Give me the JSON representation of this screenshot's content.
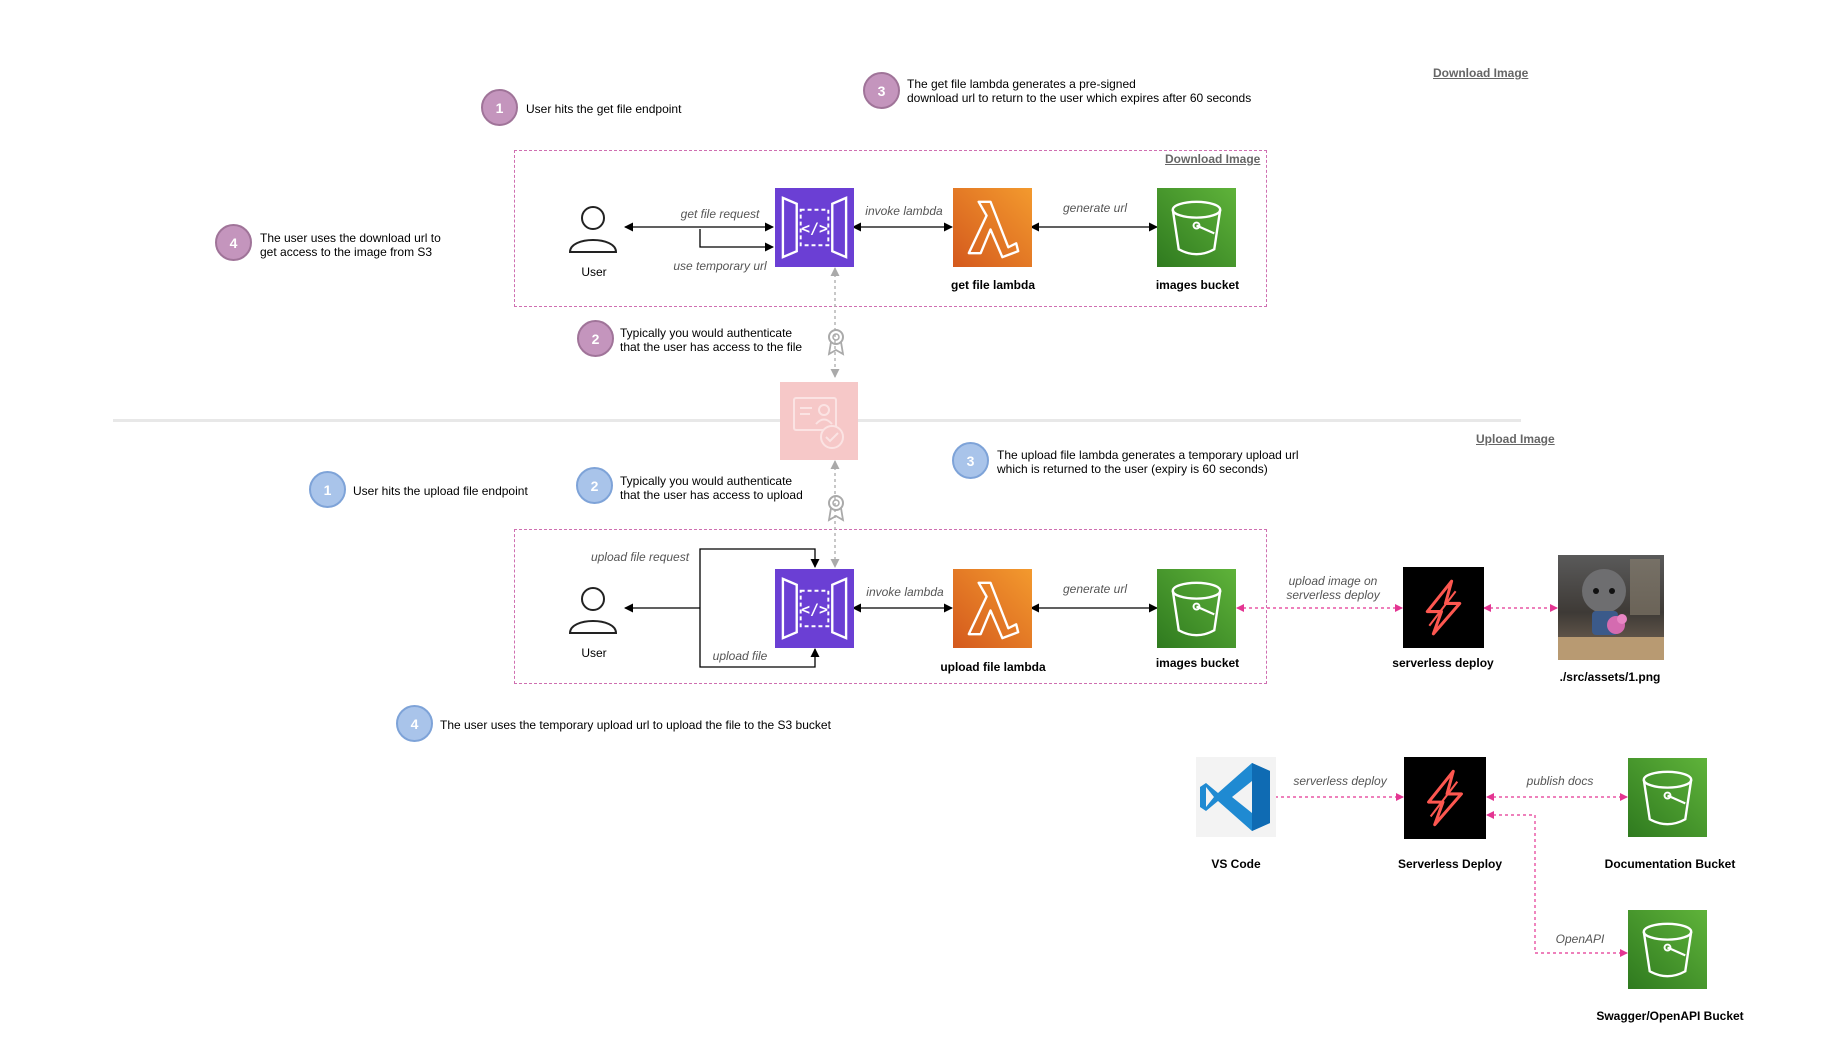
{
  "sections": {
    "download": {
      "title_outer": "Download Image",
      "title_inner": "Download Image"
    },
    "upload": {
      "title": "Upload Image"
    }
  },
  "download_steps": [
    {
      "num": "1",
      "text": "User hits the get file endpoint"
    },
    {
      "num": "2",
      "text": "Typically you would authenticate\nthat the user has access to the file"
    },
    {
      "num": "3",
      "text": "The get file lambda generates a pre-signed\ndownload url to return to the user which expires after 60 seconds"
    },
    {
      "num": "4",
      "text": "The user uses the download url to\nget access to the image from S3"
    }
  ],
  "upload_steps": [
    {
      "num": "1",
      "text": "User hits the upload file endpoint"
    },
    {
      "num": "2",
      "text": "Typically you would authenticate\nthat the user has access to upload"
    },
    {
      "num": "3",
      "text": "The upload file lambda generates a temporary upload url\nwhich is returned to the user (expiry is 60 seconds)"
    },
    {
      "num": "4",
      "text": "The user uses the temporary upload url to upload the file to the S3 bucket"
    }
  ],
  "download_flow": {
    "user": "User",
    "lambda": "get file lambda",
    "bucket": "images bucket",
    "edges": {
      "request": "get file request",
      "temp_url": "use temporary url",
      "invoke": "invoke lambda",
      "generate": "generate url"
    }
  },
  "upload_flow": {
    "user": "User",
    "lambda": "upload file lambda",
    "bucket": "images bucket",
    "deploy": "serverless deploy",
    "asset": "./src/assets/1.png",
    "edges": {
      "request": "upload file request",
      "upload": "upload file",
      "invoke": "invoke lambda",
      "generate": "generate url",
      "deploy": "upload image on\nserverless deploy"
    }
  },
  "docs_flow": {
    "vscode": "VS Code",
    "deploy": "Serverless Deploy",
    "docs_bucket": "Documentation Bucket",
    "swagger_bucket": "Swagger/OpenAPI Bucket",
    "edges": {
      "deploy": "serverless deploy",
      "publish": "publish docs",
      "openapi": "OpenAPI"
    }
  },
  "icons": {
    "api_gateway": "api-gateway-icon",
    "lambda": "lambda-icon",
    "s3": "s3-bucket-icon",
    "user": "user-icon",
    "serverless": "serverless-icon",
    "vscode": "vscode-icon",
    "auth": "authorizer-icon",
    "certificate": "certificate-icon",
    "photo": "photo-thumbnail"
  },
  "colors": {
    "download_step": "#c495bd",
    "upload_step": "#a9c4ea",
    "api_gateway": "#6b3fd4",
    "lambda": "#e8791f",
    "s3": "#4a9d2e",
    "serverless_bolt": "#fd5750",
    "pink_dash": "#e43592",
    "box_dash": "#cf6fb1",
    "auth": "#f6c8c8"
  }
}
